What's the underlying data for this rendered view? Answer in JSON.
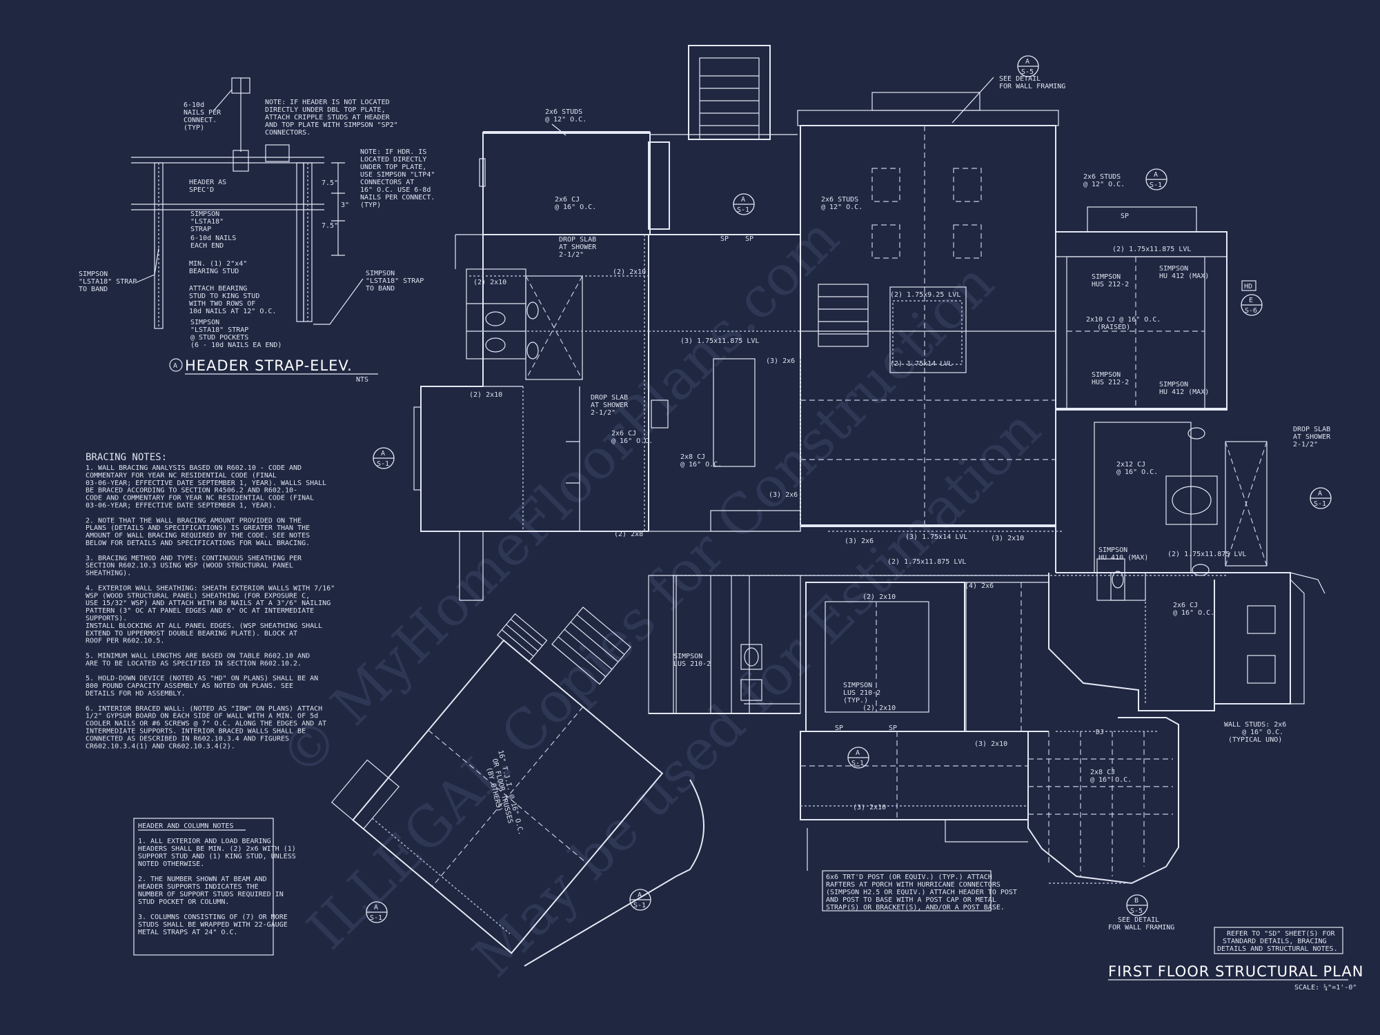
{
  "sheet": {
    "title": "FIRST FLOOR STRUCTURAL PLAN",
    "scale": "SCALE: ¼\"=1'-0\"",
    "refer_note": [
      "REFER TO \"SD\" SHEET(S) FOR",
      "STANDARD DETAILS, BRACING",
      "DETAILS AND STRUCTURAL NOTES."
    ]
  },
  "watermark": {
    "line1": "© MyHomeFloorPlans.com",
    "line2": "ILLEGAL Copies for Construction",
    "line3": "May be used for Estimation"
  },
  "header_detail": {
    "tag": "A",
    "title": "HEADER STRAP-ELEV.",
    "nts": "NTS",
    "note_crippled": [
      "NOTE: IF HEADER IS NOT LOCATED",
      "DIRECTLY UNDER DBL TOP PLATE,",
      "ATTACH CRIPPLE STUDS AT HEADER",
      "AND TOP PLATE WITH SIMPSON \"SP2\"",
      "CONNECTORS."
    ],
    "note_ltp4": [
      "NOTE: IF HDR. IS",
      "LOCATED DIRECTLY",
      "UNDER TOP PLATE,",
      "USE SIMPSON \"LTP4\"",
      "CONNECTORS AT",
      "16\" O.C. USE 6-8d",
      "NAILS PER CONNECT.",
      "(TYP)"
    ],
    "nails": [
      "6-10d",
      "NAILS PER",
      "CONNECT.",
      "(TYP)"
    ],
    "header_as": [
      "HEADER AS",
      "SPEC'D"
    ],
    "strap": [
      "SIMPSON",
      "\"LSTA18\"",
      "STRAP"
    ],
    "nails_each": [
      "6-10d NAILS",
      "EACH END"
    ],
    "min_stud": [
      "MIN. (1) 2\"x4\"",
      "BEARING STUD"
    ],
    "attach": [
      "ATTACH BEARING",
      "STUD TO KING STUD",
      "WITH TWO ROWS OF",
      "10d NAILS AT 12\" O.C."
    ],
    "pockets": [
      "SIMPSON",
      "\"LSTA18\" STRAP",
      "@ STUD POCKETS",
      "(6 - 10d NAILS EA END)"
    ],
    "left_strap": [
      "SIMPSON",
      "\"LSTA18\" STRAP",
      "TO BAND"
    ],
    "right_strap": [
      "SIMPSON",
      "\"LSTA18\" STRAP",
      "TO BAND"
    ],
    "dims": [
      "7.5\"",
      "3\"",
      "7.5\""
    ]
  },
  "bracing_notes": {
    "heading": "BRACING NOTES:",
    "lines": [
      "1. WALL BRACING ANALYSIS BASED ON R602.10 - CODE AND",
      "COMMENTARY FOR YEAR NC RESIDENTIAL CODE (FINAL",
      "03-06-YEAR; EFFECTIVE DATE SEPTEMBER 1, YEAR). WALLS SHALL",
      "BE BRACED ACCORDING TO SECTION R4506.2 AND R602.10-",
      "CODE AND COMMENTARY FOR YEAR NC RESIDENTIAL CODE (FINAL",
      "03-06-YEAR; EFFECTIVE DATE SEPTEMBER 1, YEAR).",
      "",
      "2. NOTE THAT THE WALL BRACING AMOUNT PROVIDED ON THE",
      "PLANS (DETAILS AND SPECIFICATIONS) IS GREATER THAN THE",
      "AMOUNT OF WALL BRACING REQUIRED BY THE CODE. SEE NOTES",
      "BELOW FOR DETAILS AND SPECIFICATIONS FOR WALL BRACING.",
      "",
      "3. BRACING METHOD AND TYPE: CONTINUOUS SHEATHING PER",
      "SECTION R602.10.3 USING WSP (WOOD STRUCTURAL PANEL",
      "SHEATHING).",
      "",
      "4. EXTERIOR WALL SHEATHING: SHEATH EXTERIOR WALLS WITH 7/16\"",
      "WSP (WOOD STRUCTURAL PANEL) SHEATHING (FOR EXPOSURE C,",
      "USE 15/32\" WSP) AND ATTACH WITH 8d NAILS AT A 3\"/6\" NAILING",
      "PATTERN (3\" OC AT PANEL EDGES AND 6\" OC AT INTERMEDIATE",
      "SUPPORTS).",
      "INSTALL BLOCKING AT ALL PANEL EDGES. (WSP SHEATHING SHALL",
      "EXTEND TO UPPERMOST DOUBLE BEARING PLATE). BLOCK AT",
      "ROOF PER R602.10.5.",
      "",
      "5. MINIMUM WALL LENGTHS ARE BASED ON TABLE R602.10 AND",
      "ARE TO BE LOCATED AS SPECIFIED IN SECTION R602.10.2.",
      "",
      "5. HOLD-DOWN DEVICE (NOTED AS \"HD\" ON PLANS) SHALL BE AN",
      "800 POUND CAPACITY ASSEMBLY AS NOTED ON PLANS. SEE",
      "DETAILS FOR HD ASSEMBLY.",
      "",
      "6. INTERIOR BRACED WALL: (NOTED AS \"IBW\" ON PLANS) ATTACH",
      "1/2\" GYPSUM BOARD ON EACH SIDE OF WALL WITH A MIN. OF 5d",
      "COOLER NAILS OR #6 SCREWS @ 7\" O.C. ALONG THE EDGES AND AT",
      "INTERMEDIATE SUPPORTS. INTERIOR BRACED WALLS SHALL BE",
      "CONNECTED AS DESCRIBED IN R602.10.3.4 AND FIGURES",
      "CR602.10.3.4(1) AND CR602.10.3.4(2)."
    ]
  },
  "header_notes": {
    "heading": "HEADER AND COLUMN NOTES",
    "lines": [
      "1. ALL EXTERIOR AND LOAD BEARING",
      "HEADERS SHALL BE MIN. (2) 2x6 WITH (1)",
      "SUPPORT STUD AND (1) KING STUD, UNLESS",
      "NOTED OTHERWISE.",
      "",
      "2. THE NUMBER SHOWN AT BEAM AND",
      "HEADER SUPPORTS INDICATES THE",
      "NUMBER OF SUPPORT STUDS REQUIRED IN",
      "STUD POCKET OR COLUMN.",
      "",
      "3. COLUMNS CONSISTING OF (7) OR MORE",
      "STUDS SHALL BE WRAPPED WITH 22-GAUGE",
      "METAL STRAPS AT 24\" O.C."
    ]
  },
  "porch_note": {
    "lines": [
      "6x6 TRT'D POST (OR EQUIV.) (TYP.) ATTACH",
      "RAFTERS AT PORCH WITH HURRICANE CONNECTORS",
      "(SIMPSON H2.5 OR EQUIV.) ATTACH HEADER TO POST",
      "AND POST TO BASE WITH A POST CAP OR METAL",
      "STRAP(S) OR BRACKET(S), AND/OR A POST BASE."
    ]
  },
  "callouts": {
    "see_detail_top": [
      "SEE DETAIL",
      "FOR WALL FRAMING"
    ],
    "see_detail_bottom": [
      "SEE DETAIL",
      "FOR WALL FRAMING"
    ],
    "studs_12_top": [
      "2x6 STUDS",
      "@ 12\" O.C."
    ],
    "studs_12_mid": [
      "2x6 STUDS",
      "@ 12\" O.C."
    ],
    "studs_12_right": [
      "2x6 STUDS",
      "@ 12\" O.C."
    ],
    "drop_slab_1": [
      "DROP SLAB",
      "AT SHOWER",
      "2-1/2\""
    ],
    "drop_slab_2": [
      "DROP SLAB",
      "AT SHOWER",
      "2-1/2\""
    ],
    "drop_slab_3": [
      "DROP SLAB",
      "AT SHOWER",
      "2-1/2\""
    ],
    "wall_studs": [
      "WALL STUDS: 2x6",
      "@ 16\" O.C.",
      "(TYPICAL UNO)"
    ],
    "cj_16_a": [
      "2x6 CJ",
      "@ 16\" O.C."
    ],
    "cj_16_b": [
      "2x6 CJ",
      "@ 16\" O.C."
    ],
    "cj_16_c": [
      "2x8 CJ",
      "@ 16\" O.C."
    ],
    "cj_12": [
      "2x12 CJ",
      "@ 16\" O.C."
    ],
    "cj_10_raised": [
      "2x10 CJ @ 16\" O.C.",
      "(RAISED)"
    ],
    "cj_porch": [
      "2x8 CJ",
      "@ 16\" O.C."
    ],
    "hus_a": [
      "SIMPSON",
      "HUS 212-2"
    ],
    "hus_b": [
      "SIMPSON",
      "HUS 212-2"
    ],
    "hu_412_a": [
      "SIMPSON",
      "HU 412 (MAX)"
    ],
    "hu_412_b": [
      "SIMPSON",
      "HU 412 (MAX)"
    ],
    "hu_410": [
      "SIMPSON",
      "HU 410 (MAX)"
    ],
    "lus_a": [
      "SIMPSON",
      "LUS 210-2"
    ],
    "lus_b": [
      "SIMPSON",
      "LUS 210-2",
      "(TYP.)"
    ],
    "garage_truss": [
      "16\" T.J.I. @ 16\" O.C.",
      "OR FLOOR TRUSSES",
      "(BY OTHERS)"
    ],
    "lvl_labels": [
      "(3) 1.75x11.875 LVL",
      "(3) 1.75x14 LVL",
      "(2) 1.75x11.875 LVL",
      "(2) 1.75x9.25 LVL",
      "(2) 1.75x14 LVL",
      "(2) 1.75x11.875 LVL",
      "(2) 1.75x11.875 LVL"
    ],
    "header_labels": [
      "(2) 2x10",
      "(2) 2x10",
      "(2) 2x10",
      "(2) 2x8",
      "(3) 2x6",
      "(3) 2x6",
      "(3) 2x6",
      "(4) 2x6",
      "(2) 2x10",
      "(3) 2x10",
      "(3) 2x10",
      "(2) 2x10",
      "(3) 2x10"
    ],
    "hd": "HD",
    "dj": "DJ",
    "sp": "SP"
  },
  "section_tags": {
    "a1": {
      "top": "A",
      "bottom": "S-5"
    },
    "a2": {
      "top": "A",
      "bottom": "S-1"
    },
    "a3": {
      "top": "A",
      "bottom": "S-1"
    },
    "a4": {
      "top": "A",
      "bottom": "S-1"
    },
    "a5": {
      "top": "A",
      "bottom": "S-1"
    },
    "a6": {
      "top": "A",
      "bottom": "S-1"
    },
    "a7": {
      "top": "A",
      "bottom": "S-1"
    },
    "a8": {
      "top": "A",
      "bottom": "S-1"
    },
    "e1": {
      "top": "E",
      "bottom": "S-6"
    },
    "b1": {
      "top": "B",
      "bottom": "S-5"
    }
  }
}
